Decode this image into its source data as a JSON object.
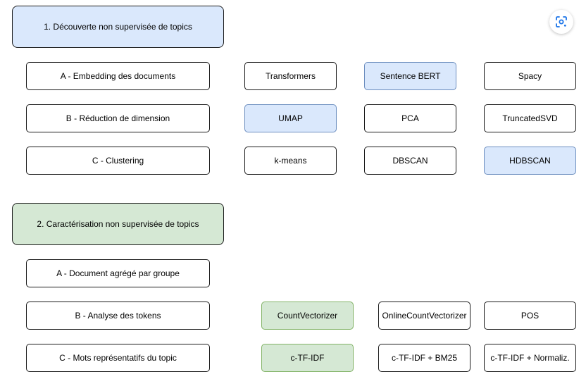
{
  "section1": {
    "title": "1. Découverte non supervisée de topics",
    "color": "#dae8fc",
    "rows": [
      {
        "label": "A - Embedding des documents",
        "options": [
          "Transformers",
          "Sentence BERT",
          "Spacy"
        ],
        "selected": "Sentence BERT"
      },
      {
        "label": "B - Réduction de dimension",
        "options": [
          "UMAP",
          "PCA",
          "TruncatedSVD"
        ],
        "selected": "UMAP"
      },
      {
        "label": "C - Clustering",
        "options": [
          "k-means",
          "DBSCAN",
          "HDBSCAN"
        ],
        "selected": "HDBSCAN"
      }
    ]
  },
  "section2": {
    "title": "2. Caractérisation non supervisée de topics",
    "color": "#d5e8d4",
    "rows": [
      {
        "label": "A - Document agrégé par groupe",
        "options": [],
        "selected": ""
      },
      {
        "label": "B - Analyse des tokens",
        "options": [
          "CountVectorizer",
          "OnlineCountVectorizer",
          "POS"
        ],
        "selected": "CountVectorizer"
      },
      {
        "label": "C - Mots représentatifs du topic",
        "options": [
          "c-TF-IDF",
          "c-TF-IDF + BM25",
          "c-TF-IDF + Normaliz."
        ],
        "selected": "c-TF-IDF"
      }
    ]
  },
  "icons": {
    "lens": "lens-search-icon"
  }
}
